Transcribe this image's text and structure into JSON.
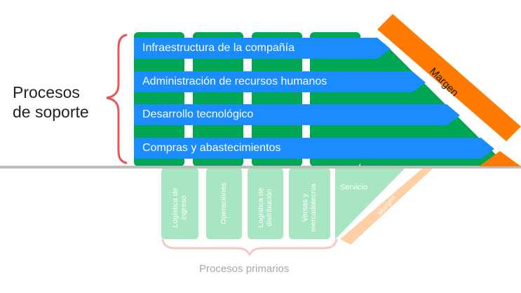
{
  "support": {
    "title_line1": "Procesos",
    "title_line2": "de soporte",
    "activities": [
      "Infraestructura de la compañía",
      "Administración de recursos humanos",
      "Desarrollo tecnológico",
      "Compras y abastecimientos"
    ]
  },
  "primary": {
    "title": "Procesos primarios",
    "activities": [
      "Logística de ingreso",
      "Operaciones",
      "Logística de distribución",
      "Ventas y mercadotecnia",
      "Servicio"
    ]
  },
  "margin": {
    "support_label": "Margen",
    "primary_label": "Margen"
  },
  "colors": {
    "green": "#00a651",
    "blue": "#1a8cff",
    "orange": "#ff7a00",
    "light_green": "#a8e6c3",
    "light_orange": "#ffcfa6",
    "brace_red": "#e85555",
    "brace_pink": "#f7c6c6",
    "divider": "#bdbdbd"
  }
}
